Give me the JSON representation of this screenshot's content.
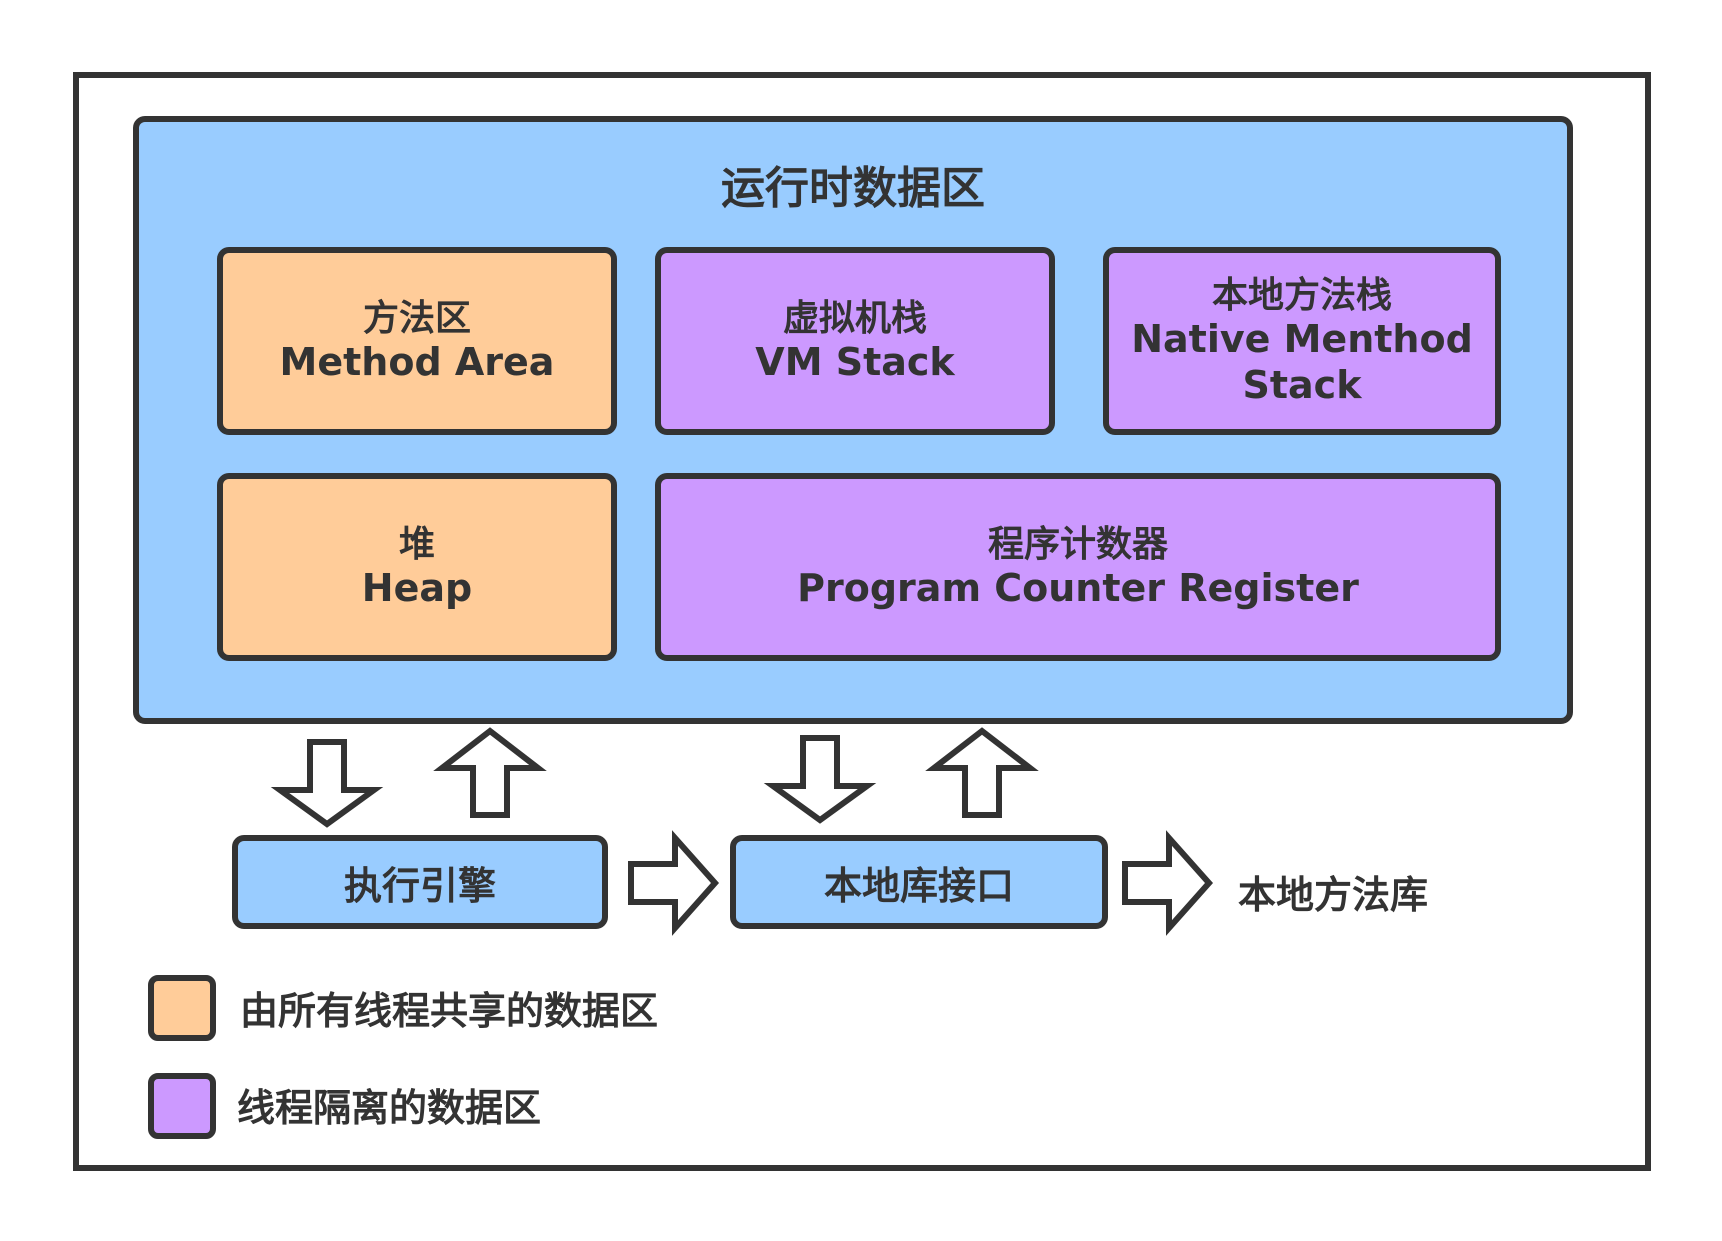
{
  "diagram": {
    "title": "运行时数据区",
    "colors": {
      "runtime_bg": "#99ccff",
      "shared": "#ffcc99",
      "isolated": "#cc99ff",
      "border": "#333333"
    },
    "areas": {
      "method_area": {
        "zh": "方法区",
        "en": "Method Area",
        "category": "shared"
      },
      "vm_stack": {
        "zh": "虚拟机栈",
        "en": "VM Stack",
        "category": "isolated"
      },
      "native_stack": {
        "zh": "本地方法栈",
        "en_line1": "Native Menthod",
        "en_line2": "Stack",
        "category": "isolated"
      },
      "heap": {
        "zh": "堆",
        "en": "Heap",
        "category": "shared"
      },
      "pc_register": {
        "zh": "程序计数器",
        "en": "Program Counter Register",
        "category": "isolated"
      }
    },
    "components": {
      "execution_engine": "执行引擎",
      "native_interface": "本地库接口",
      "native_library": "本地方法库"
    },
    "arrows": [
      {
        "from": "runtime",
        "to": "execution_engine",
        "direction": "down"
      },
      {
        "from": "execution_engine",
        "to": "runtime",
        "direction": "up"
      },
      {
        "from": "runtime",
        "to": "native_interface",
        "direction": "down"
      },
      {
        "from": "native_interface",
        "to": "runtime",
        "direction": "up"
      },
      {
        "from": "execution_engine",
        "to": "native_interface",
        "direction": "right"
      },
      {
        "from": "native_interface",
        "to": "native_library",
        "direction": "right"
      }
    ],
    "legend": [
      {
        "color": "#ffcc99",
        "label": "由所有线程共享的数据区"
      },
      {
        "color": "#cc99ff",
        "label": "线程隔离的数据区"
      }
    ]
  }
}
